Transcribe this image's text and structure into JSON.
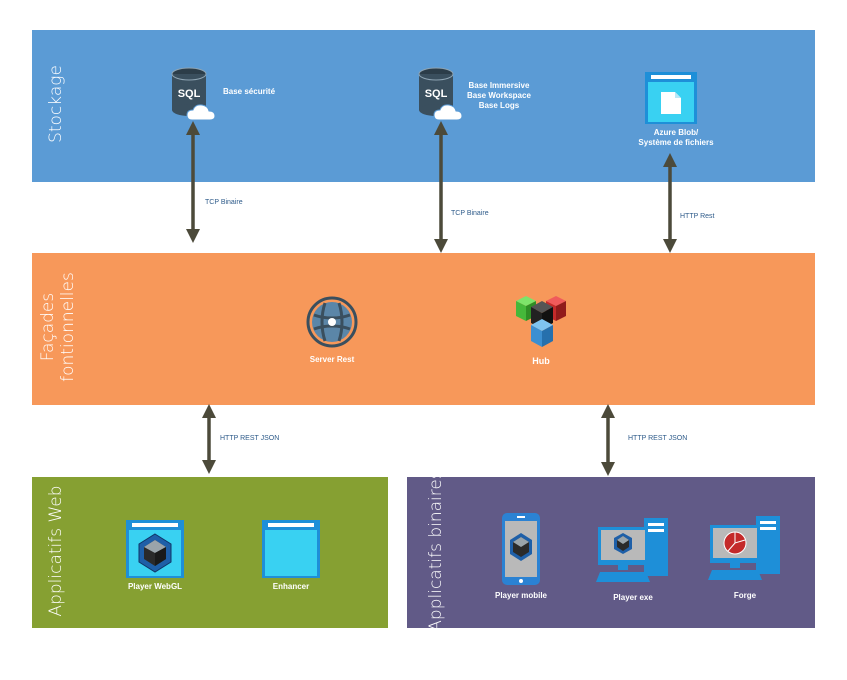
{
  "panels": {
    "storage": {
      "title": "Stockage",
      "color": "#5b9bd5"
    },
    "facades": {
      "title_line1": "Façades",
      "title_line2": "fontionnelles",
      "color": "#f7985a"
    },
    "web": {
      "title": "Applicatifs Web",
      "color": "#86a032"
    },
    "binary": {
      "title": "Applicatifs binaires",
      "color": "#615a87"
    }
  },
  "storage_nodes": {
    "sql_security": {
      "icon": "sql-cloud-icon",
      "sql_text": "SQL",
      "label": "Base sécurité"
    },
    "sql_immersive": {
      "icon": "sql-cloud-icon",
      "sql_text": "SQL",
      "label_lines": [
        "Base Immersive",
        "Base Workspace",
        "Base Logs"
      ]
    },
    "blob": {
      "icon": "azure-blob-icon",
      "label_lines": [
        "Azure Blob/",
        "Système de fichiers"
      ]
    }
  },
  "facade_nodes": {
    "server_rest": {
      "icon": "globe-network-icon",
      "label": "Server Rest"
    },
    "hub": {
      "icon": "cubes-icon",
      "label": "Hub"
    }
  },
  "web_nodes": {
    "player_webgl": {
      "icon": "web-app-icon",
      "label": "Player WebGL"
    },
    "enhancer": {
      "icon": "web-app-icon",
      "label": "Enhancer"
    }
  },
  "binary_nodes": {
    "player_mobile": {
      "icon": "mobile-icon",
      "label": "Player mobile"
    },
    "player_exe": {
      "icon": "desktop-icon",
      "label": "Player exe"
    },
    "forge": {
      "icon": "desktop-icon",
      "label": "Forge"
    }
  },
  "connections": {
    "tcp_1": {
      "label": "TCP Binaire"
    },
    "tcp_2": {
      "label": "TCP Binaire"
    },
    "http_blob": {
      "label": "HTTP Rest"
    },
    "http_json_web": {
      "label": "HTTP REST JSON"
    },
    "http_json_binary": {
      "label": "HTTP REST JSON"
    }
  },
  "colors": {
    "arrow": "#4c4a3a",
    "sql_body": "#3a4f5e",
    "cloud": "#ffffff",
    "window_frame": "#1e8fd8",
    "window_fill": "#39d1f2",
    "crystal": "#1e5fa8",
    "link_text": "#2e5b8a"
  }
}
